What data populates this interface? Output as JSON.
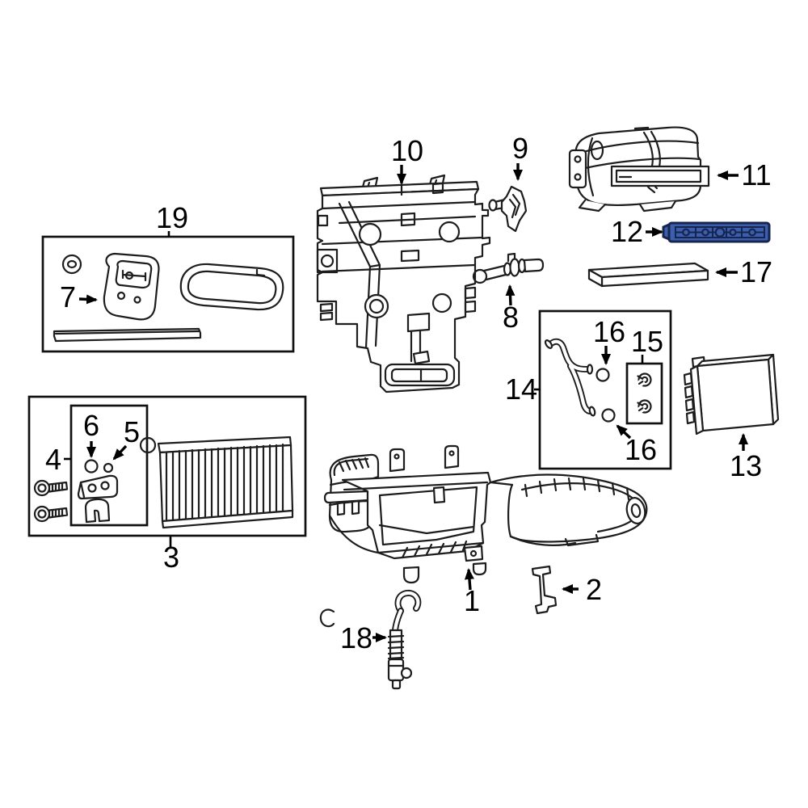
{
  "diagram": {
    "background_color": "#ffffff",
    "line_color": "#1d1d1d",
    "label_color": "#000000",
    "highlight": {
      "fill": "#3b5fad",
      "stroke": "#17254e"
    },
    "callouts": {
      "c1": {
        "label": "1"
      },
      "c2": {
        "label": "2"
      },
      "c3": {
        "label": "3"
      },
      "c4": {
        "label": "4"
      },
      "c5": {
        "label": "5"
      },
      "c6": {
        "label": "6"
      },
      "c7": {
        "label": "7"
      },
      "c8": {
        "label": "8"
      },
      "c9": {
        "label": "9"
      },
      "c10": {
        "label": "10"
      },
      "c11": {
        "label": "11"
      },
      "c12": {
        "label": "12"
      },
      "c13": {
        "label": "13"
      },
      "c14": {
        "label": "14"
      },
      "c15": {
        "label": "15"
      },
      "c16_top": {
        "label": "16"
      },
      "c16_bottom": {
        "label": "16"
      },
      "c17": {
        "label": "17"
      },
      "c18": {
        "label": "18"
      },
      "c19": {
        "label": "19"
      }
    }
  }
}
